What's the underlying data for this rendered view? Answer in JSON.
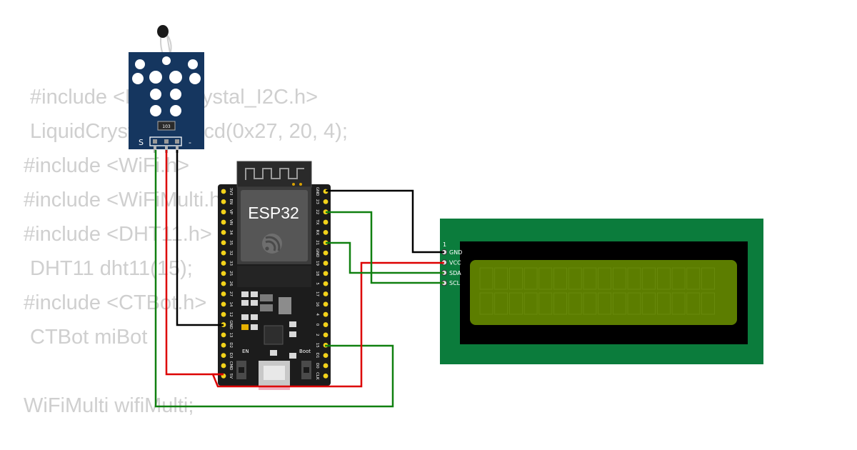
{
  "code_lines": [
    "#include <LiquidCrystal_I2C.h>",
    "LiquidCrystal_I2C lcd(0x27, 20, 4);",
    "#include <WiFi.h>",
    "#include <WiFiMulti.h>",
    "#include <DHT11.h>",
    "DHT11 dht11(15);",
    "#include <CTBot.h>",
    "CTBot miBot",
    "",
    "WiFiMulti wifiMulti;"
  ],
  "esp32": {
    "label": "ESP32",
    "en_label": "EN",
    "boot_label": "Boot",
    "left_pins": [
      "3V3",
      "EN",
      "VP",
      "VN",
      "34",
      "35",
      "32",
      "33",
      "25",
      "26",
      "27",
      "14",
      "12",
      "GND",
      "13",
      "D2",
      "D3",
      "CMD",
      "5V"
    ],
    "right_pins": [
      "GND",
      "23",
      "22",
      "TX",
      "RX",
      "21",
      "GND",
      "19",
      "18",
      "5",
      "17",
      "16",
      "4",
      "0",
      "2",
      "15",
      "D1",
      "D0",
      "CLK"
    ]
  },
  "sensor": {
    "resistor_label": "103",
    "signal_label": "S",
    "minus_label": "-"
  },
  "lcd": {
    "pin1_label": "1",
    "pins": [
      "GND",
      "VCC",
      "SDA",
      "SCL"
    ]
  },
  "colors": {
    "wire_black": "#000000",
    "wire_red": "#dd0000",
    "wire_green": "#108010",
    "esp_board": "#1c1c1c",
    "esp_pin": "#f2d21a",
    "lcd_pcb": "#0b7c3c",
    "lcd_screen": "#5c7d00",
    "sensor_pcb": "#15365f"
  }
}
